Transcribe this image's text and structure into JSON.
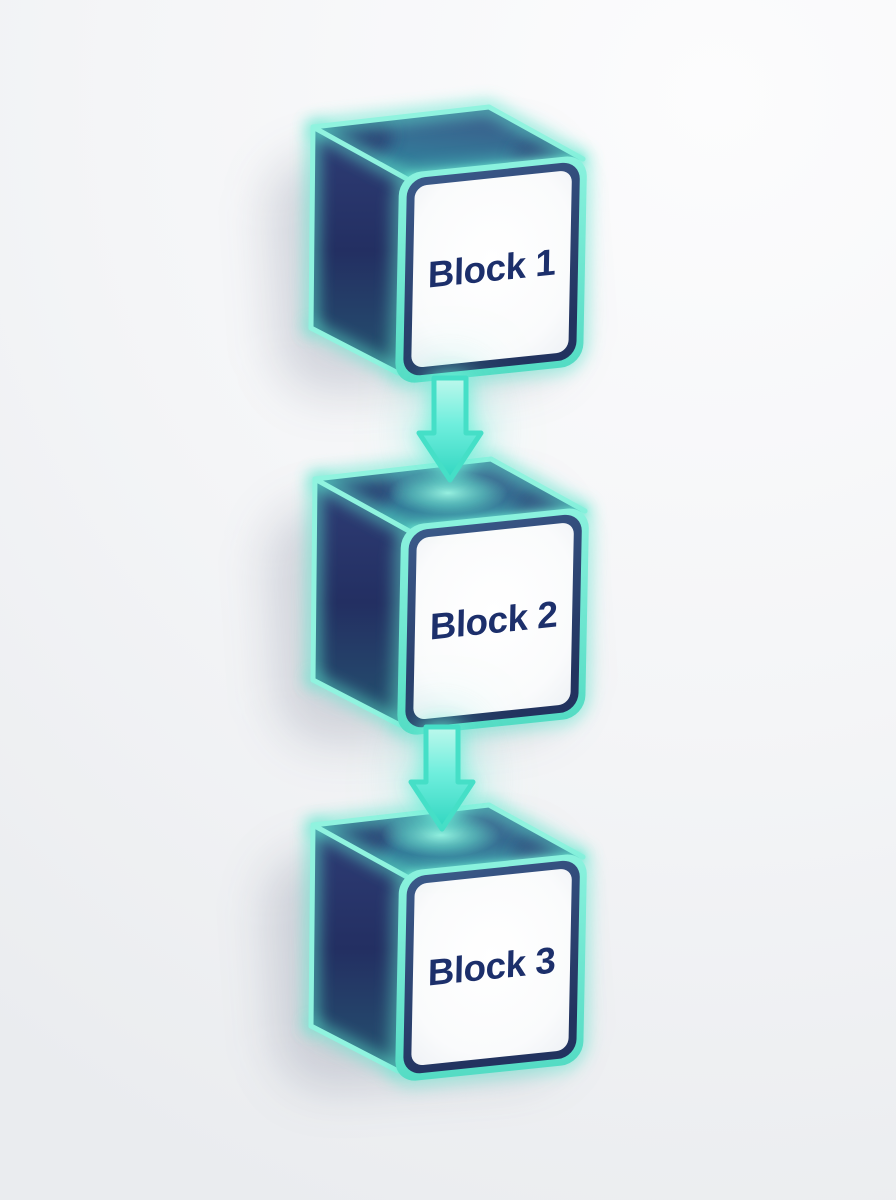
{
  "diagram": {
    "type": "vertical-flow",
    "blocks": [
      {
        "label": "Block 1"
      },
      {
        "label": "Block 2"
      },
      {
        "label": "Block 3"
      }
    ],
    "connectors": [
      {
        "from": "Block 1",
        "to": "Block 2",
        "shape": "down-arrow"
      },
      {
        "from": "Block 2",
        "to": "Block 3",
        "shape": "down-arrow"
      }
    ],
    "colors": {
      "background": "#f4f5f7",
      "face_navy_dark": "#22305f",
      "face_navy": "#3b5186",
      "face_teal": "#4fbcae",
      "edge_mint": "#90f3df",
      "glow_mint": "#5eead4",
      "frame_navy": "#2b4274",
      "panel_white": "#fbfcfd",
      "arrow_mint": "#6feedd",
      "label_navy": "#1c2f6b"
    }
  }
}
